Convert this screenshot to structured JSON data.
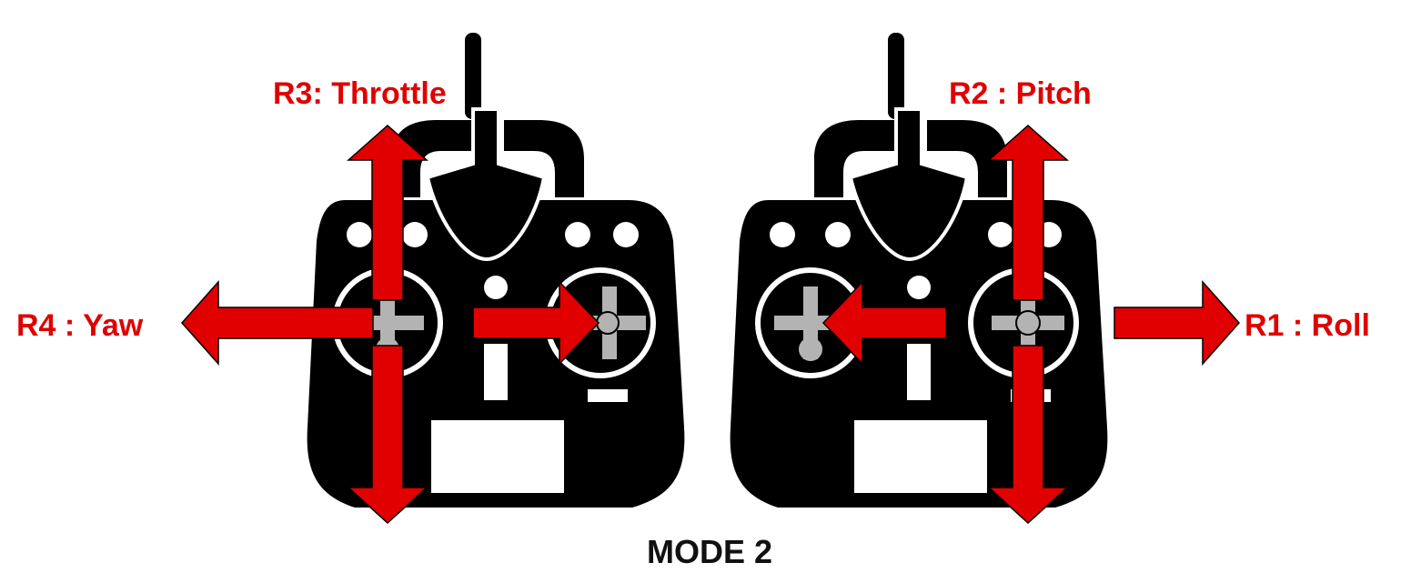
{
  "mode_label": "MODE 2",
  "labels": {
    "throttle": "R3: Throttle",
    "yaw": "R4 : Yaw",
    "pitch": "R2 : Pitch",
    "roll": "R1 : Roll"
  },
  "colors": {
    "arrow_fill": "#e00000",
    "controller_body": "#000000",
    "stick_gray": "#b3b3b3",
    "label_text": "#e00000",
    "caption_text": "#111111"
  }
}
